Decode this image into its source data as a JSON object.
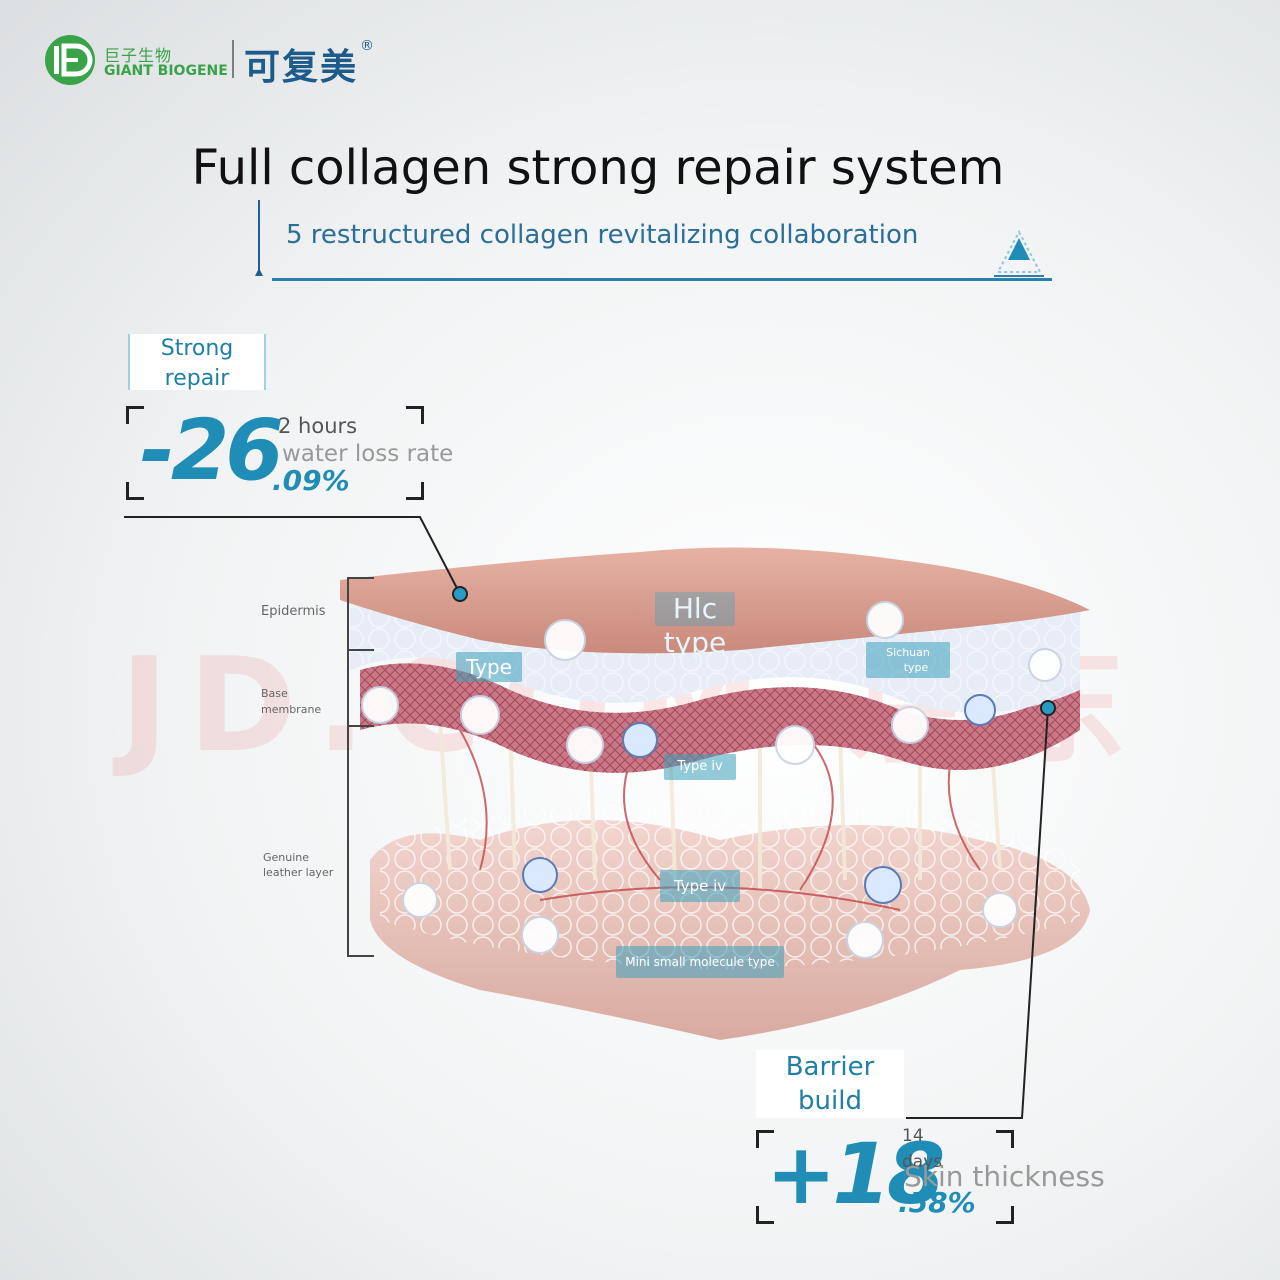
{
  "logo": {
    "cn_name": "巨子生物",
    "en_name": "GIANT BIOGENE",
    "brand": "可复美",
    "registered": "®"
  },
  "title": "Full collagen strong repair system",
  "subtitle": "5 restructured collagen revitalizing collaboration",
  "watermark": "JD.COM 京东",
  "callout_top": {
    "tag": "Strong repair",
    "number_main": "-26",
    "number_decimal": ".09%",
    "label_line1": "2 hours",
    "label_line2": "water loss rate"
  },
  "callout_bottom": {
    "tag": "Barrier build",
    "number_main": "+18",
    "number_decimal": ".58%",
    "label_days_num": "14",
    "label_days": "days",
    "label_metric": "Skin thickness"
  },
  "skin_layers": {
    "epidermis": "Epidermis",
    "base_membrane_1": "Base",
    "base_membrane_2": "membrane",
    "dermis_1": "Genuine",
    "dermis_2": "leather layer"
  },
  "collagen_types": {
    "hlc": "Hlc type",
    "type": "Type",
    "sichuan_1": "Sichuan",
    "sichuan_2": "type",
    "type_iv_upper": "Type iv",
    "type_iv_lower": "Type iv",
    "mini": "Mini small molecule type"
  },
  "colors": {
    "accent": "#1f8db5",
    "title": "#111111",
    "line": "#2a7fae",
    "skin_top": "#d99a8c",
    "logo_green": "#3aa34a",
    "brand_blue": "#1c5b8a"
  }
}
